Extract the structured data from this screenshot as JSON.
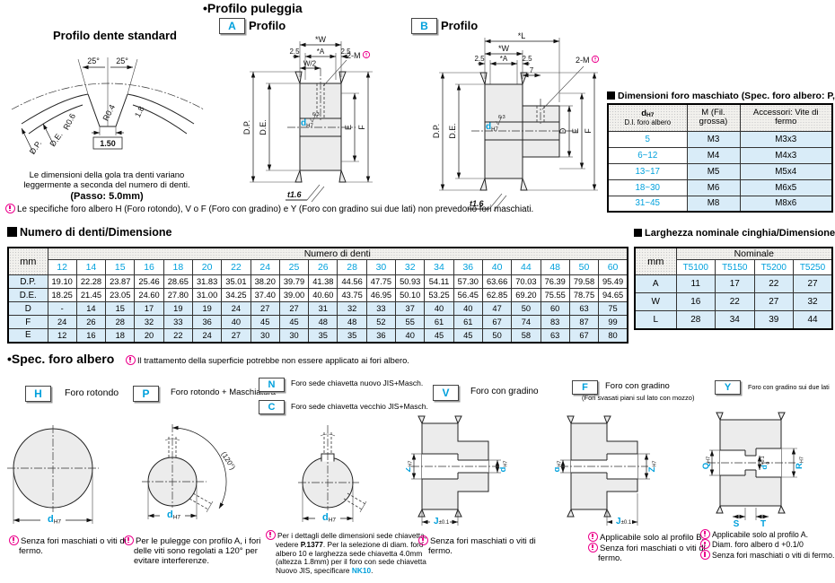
{
  "colors": {
    "accent": "#00a0dc",
    "pink": "#ec008c",
    "cell_blue": "#d9ecf8"
  },
  "sym": {
    "d": "d",
    "h7": "H7",
    "z": "Z",
    "q": "Q",
    "r": "R",
    "j": "J",
    "jtol": "±0.1",
    "s": "S",
    "t": "T",
    "dtol_sup": "+0.1",
    "dtol_sub": "0",
    "rough": "6.3"
  },
  "tooth": {
    "title": "Profilo dente standard",
    "angle_left": "25°",
    "angle_right": "25°",
    "r_top": "R0.4",
    "r_side": "R0.6",
    "depth": "1.8",
    "gap": "1.50",
    "dp": "D.P.",
    "de": "D.E.",
    "caption1": "Le dimensioni della gola tra denti variano",
    "caption2": "leggermente a seconda del numero di denti.",
    "caption3": "(Passo: 5.0mm)"
  },
  "pulley": {
    "heading": "•Profilo puleggia",
    "a_tag": "A",
    "b_tag": "B",
    "profile_label": "Profilo",
    "dims": {
      "w": "*W",
      "l": "*L",
      "a": "*A",
      "m25l": "2.5",
      "m25r": "2.5",
      "w2": "W/2",
      "m": "2-M",
      "seven": "7",
      "dp": "D.P.",
      "de": "D.E.",
      "dcol": "D",
      "e": "E",
      "f": "F",
      "t16": "t1.6"
    }
  },
  "note_top": "Le specifiche foro albero H (Foro rotondo), V o F (Foro con gradino) e Y (Foro con gradino sui due lati) non prevedono fori maschiati.",
  "tapped_table": {
    "title": "Dimensioni foro maschiato (Spec. foro albero: P, N, C)",
    "h1a": "d",
    "h1a_sub": "H7",
    "h1b": "D.I. foro albero",
    "h2": "M (Fil. grossa)",
    "h3": "Accessori: Vite di fermo",
    "rows": [
      [
        "5",
        "M3",
        "M3x3"
      ],
      [
        "6~12",
        "M4",
        "M4x3"
      ],
      [
        "13~17",
        "M5",
        "M5x4"
      ],
      [
        "18~30",
        "M6",
        "M6x5"
      ],
      [
        "31~45",
        "M8",
        "M8x6"
      ]
    ]
  },
  "teeth_table": {
    "title": "Numero di denti/Dimensione",
    "unit": "mm",
    "group": "Numero di denti",
    "columns": [
      "12",
      "14",
      "15",
      "16",
      "18",
      "20",
      "22",
      "24",
      "25",
      "26",
      "28",
      "30",
      "32",
      "34",
      "36",
      "40",
      "44",
      "48",
      "50",
      "60"
    ],
    "rows": [
      {
        "label": "D.P.",
        "shade": false,
        "values": [
          "19.10",
          "22.28",
          "23.87",
          "25.46",
          "28.65",
          "31.83",
          "35.01",
          "38.20",
          "39.79",
          "41.38",
          "44.56",
          "47.75",
          "50.93",
          "54.11",
          "57.30",
          "63.66",
          "70.03",
          "76.39",
          "79.58",
          "95.49"
        ]
      },
      {
        "label": "D.E.",
        "shade": false,
        "values": [
          "18.25",
          "21.45",
          "23.05",
          "24.60",
          "27.80",
          "31.00",
          "34.25",
          "37.40",
          "39.00",
          "40.60",
          "43.75",
          "46.95",
          "50.10",
          "53.25",
          "56.45",
          "62.85",
          "69.20",
          "75.55",
          "78.75",
          "94.65"
        ]
      },
      {
        "label": "D",
        "shade": true,
        "values": [
          "-",
          "14",
          "15",
          "17",
          "19",
          "19",
          "24",
          "27",
          "27",
          "31",
          "32",
          "33",
          "37",
          "40",
          "40",
          "47",
          "50",
          "60",
          "63",
          "75"
        ]
      },
      {
        "label": "F",
        "shade": true,
        "values": [
          "24",
          "26",
          "28",
          "32",
          "33",
          "36",
          "40",
          "45",
          "45",
          "48",
          "48",
          "52",
          "55",
          "61",
          "61",
          "67",
          "74",
          "83",
          "87",
          "99"
        ]
      },
      {
        "label": "E",
        "shade": true,
        "values": [
          "12",
          "16",
          "18",
          "20",
          "22",
          "24",
          "27",
          "30",
          "30",
          "35",
          "35",
          "36",
          "40",
          "45",
          "45",
          "50",
          "58",
          "63",
          "67",
          "80"
        ]
      }
    ]
  },
  "belt_table": {
    "title": "Larghezza nominale cinghia/Dimensione",
    "unit": "mm",
    "group": "Nominale",
    "columns": [
      "T5100",
      "T5150",
      "T5200",
      "T5250"
    ],
    "rows": [
      {
        "label": "A",
        "values": [
          "11",
          "17",
          "22",
          "27"
        ]
      },
      {
        "label": "W",
        "values": [
          "16",
          "22",
          "27",
          "32"
        ]
      },
      {
        "label": "L",
        "values": [
          "28",
          "34",
          "39",
          "44"
        ]
      }
    ]
  },
  "spec": {
    "heading": "•Spec. foro albero",
    "note": "Il trattamento della superficie potrebbe non essere applicato ai fori albero.",
    "h_tag": "H",
    "h_label": "Foro rotondo",
    "p_tag": "P",
    "p_label": "Foro rotondo + Maschiatura",
    "n_tag": "N",
    "n_label": "Foro sede chiavetta nuovo JIS+Masch.",
    "c_tag": "C",
    "c_label": "Foro sede chiavetta vecchio JIS+Masch.",
    "v_tag": "V",
    "v_label": "Foro con gradino",
    "f_tag": "F",
    "f_label": "Foro con gradino",
    "f_sublabel": "(Fori svasati piani sul lato con mozzo)",
    "y_tag": "Y",
    "y_label": "Foro con gradino sui due lati",
    "angle120": "(120°)",
    "h_note": "Senza fori maschiati o viti di fermo.",
    "p_note": "Per le pulegge con profilo A, i fori delle viti sono regolati a 120° per evitare interferenze.",
    "nc_note_p1": "Per i dettagli delle dimensioni sede chiavetta, vedere ",
    "nc_note_p2": "P.1377",
    "nc_note_p3": ". Per la selezione di diam. foro albero 10 e larghezza sede chiavetta 4.0mm (altezza 1.8mm) per il foro con sede chiavetta Nuovo JIS, specificare ",
    "nc_note_p4": "NK10",
    "nc_note_p5": ".",
    "v_note": "Senza fori maschiati o viti di fermo.",
    "f_note1": "Applicabile solo al profilo B.",
    "f_note2": "Senza fori maschiati o viti di fermo.",
    "y_note1": "Applicabile solo al profilo A.",
    "y_note2": "Diam. foro albero d +0.1/0",
    "y_note3": "Senza fori maschiati o viti di fermo."
  }
}
